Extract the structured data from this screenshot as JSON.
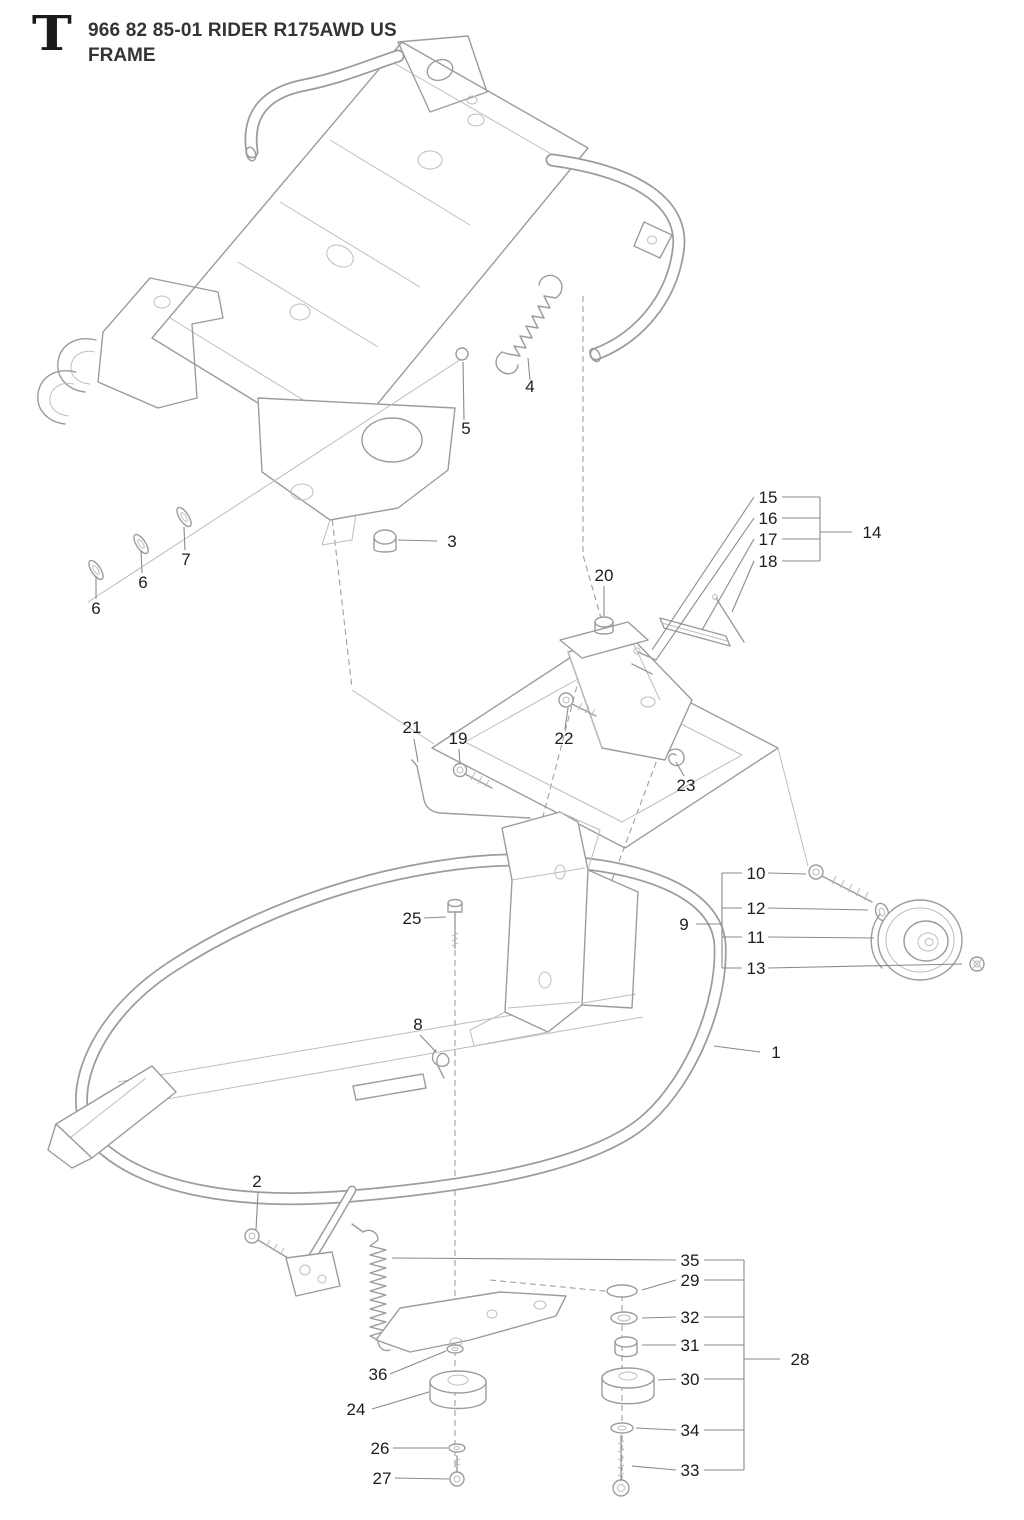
{
  "header": {
    "logo": "T",
    "title_line": "966 82 85-01 RIDER R175AWD US",
    "subtitle": "FRAME"
  },
  "callouts": [
    {
      "label": "4"
    },
    {
      "label": "5"
    },
    {
      "label": "3"
    },
    {
      "label": "7"
    },
    {
      "label": "6"
    },
    {
      "label": "6"
    },
    {
      "label": "15"
    },
    {
      "label": "16"
    },
    {
      "label": "17"
    },
    {
      "label": "18"
    },
    {
      "label": "14"
    },
    {
      "label": "20"
    },
    {
      "label": "21"
    },
    {
      "label": "19"
    },
    {
      "label": "22"
    },
    {
      "label": "23"
    },
    {
      "label": "10"
    },
    {
      "label": "12"
    },
    {
      "label": "9"
    },
    {
      "label": "11"
    },
    {
      "label": "13"
    },
    {
      "label": "25"
    },
    {
      "label": "8"
    },
    {
      "label": "1"
    },
    {
      "label": "2"
    },
    {
      "label": "35"
    },
    {
      "label": "29"
    },
    {
      "label": "32"
    },
    {
      "label": "31"
    },
    {
      "label": "30"
    },
    {
      "label": "28"
    },
    {
      "label": "36"
    },
    {
      "label": "24"
    },
    {
      "label": "34"
    },
    {
      "label": "26"
    },
    {
      "label": "33"
    },
    {
      "label": "27"
    }
  ]
}
